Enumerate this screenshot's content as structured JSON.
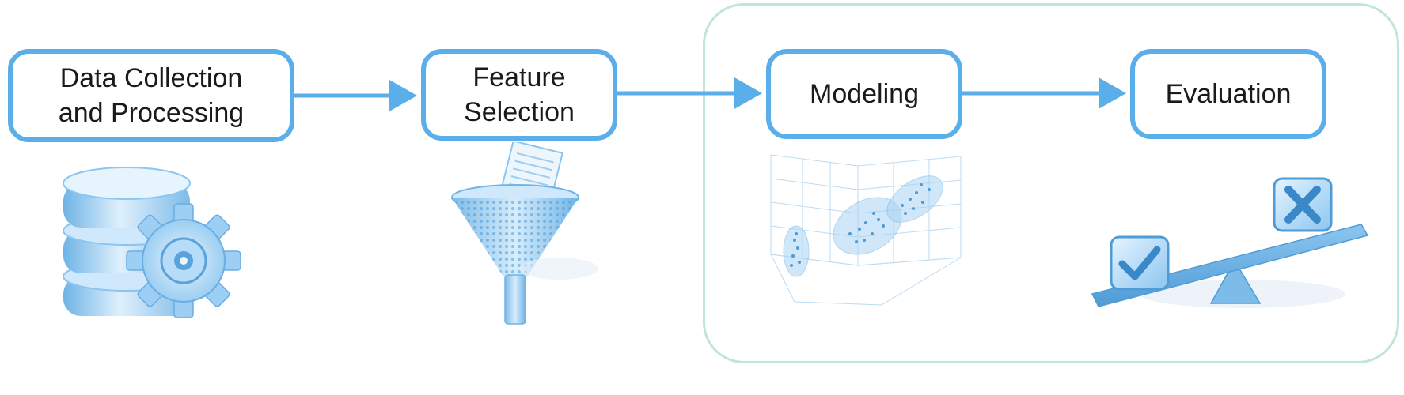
{
  "diagram": {
    "stages": [
      {
        "label": "Data Collection\nand Processing",
        "icon": "database-gear-icon"
      },
      {
        "label": "Feature\nSelection",
        "icon": "funnel-icon"
      },
      {
        "label": "Modeling",
        "icon": "3d-scatter-plot-icon"
      },
      {
        "label": "Evaluation",
        "icon": "seesaw-balance-icon"
      }
    ],
    "group": {
      "contains": [
        "Modeling",
        "Evaluation"
      ]
    }
  },
  "colors": {
    "box_border": "#5aaeea",
    "arrow": "#5aaeea",
    "group_border": "#bfe6d8",
    "illustration_light": "#cfe8fb",
    "illustration_mid": "#8cc6f0",
    "illustration_dark": "#4f9bd6",
    "text": "#1a1a1a"
  }
}
